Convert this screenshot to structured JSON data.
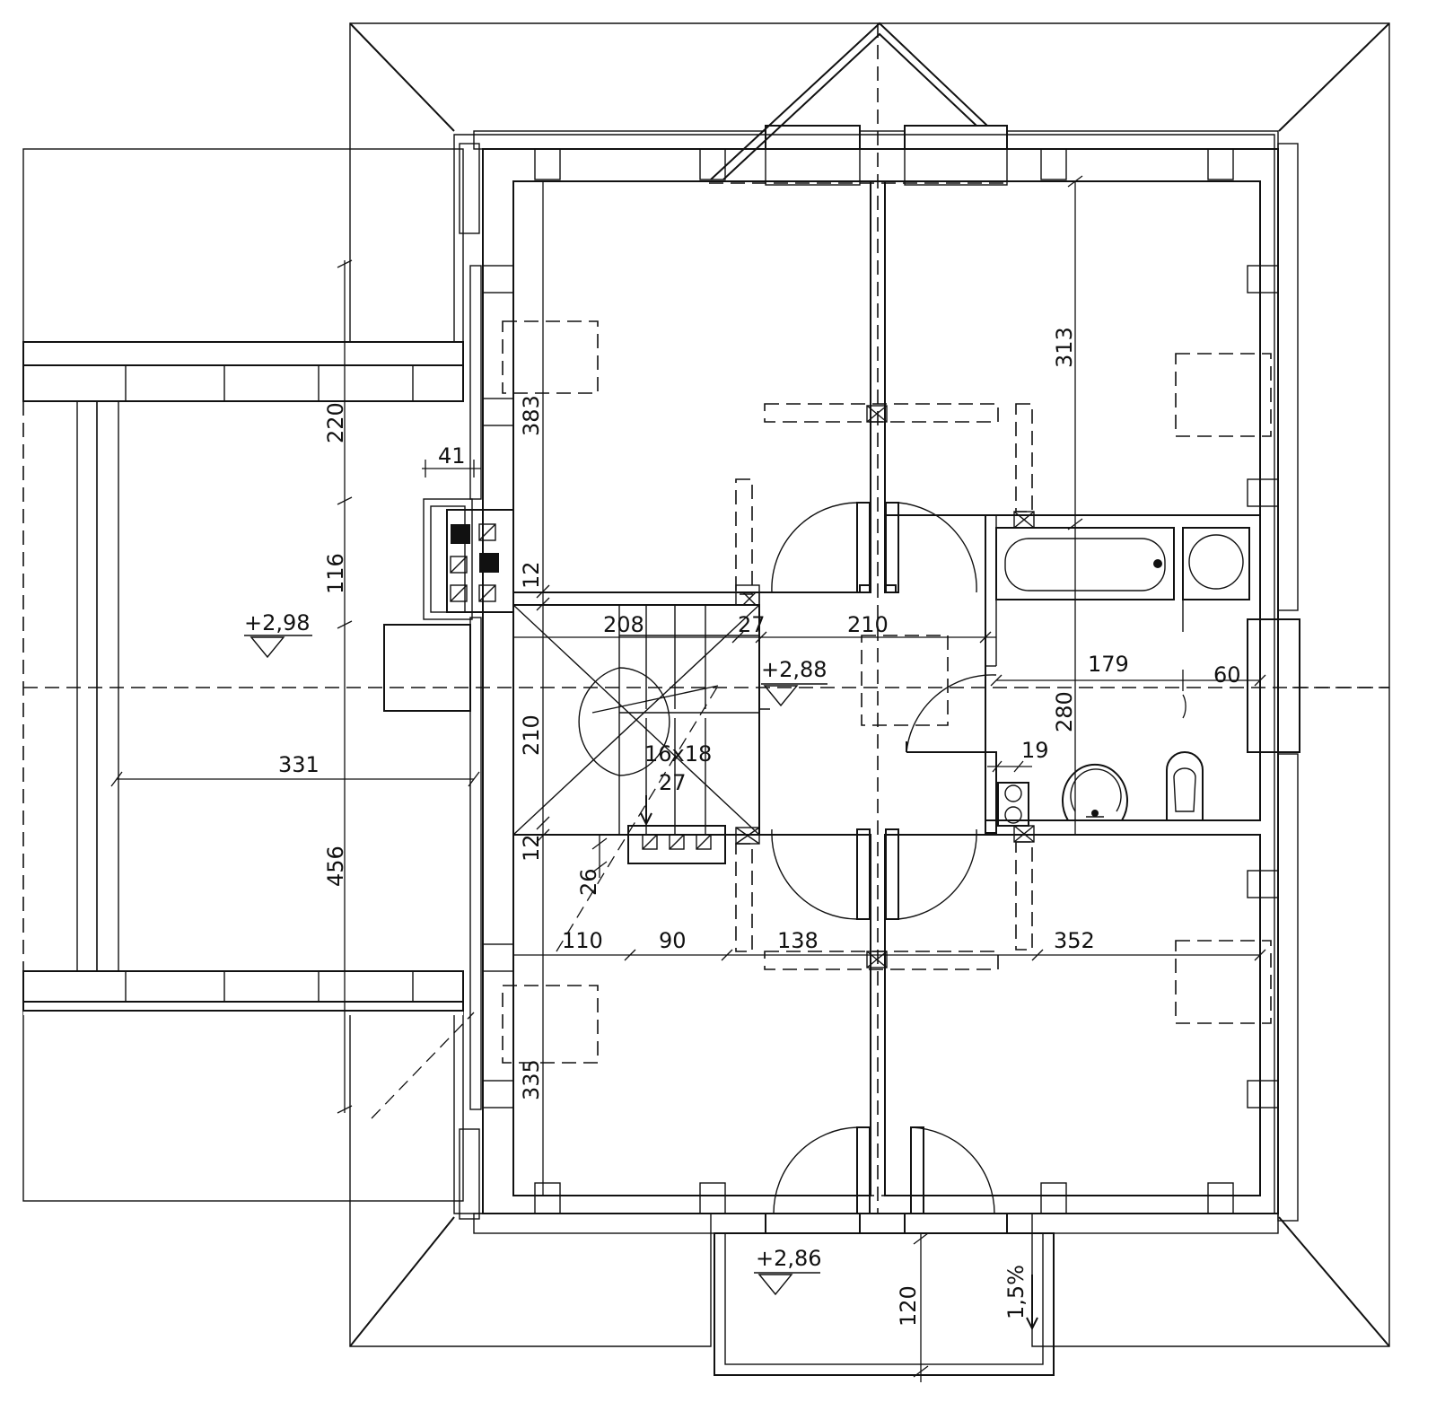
{
  "plan": {
    "elevations": [
      {
        "id": "elev-left-terrace",
        "label": "+2,98"
      },
      {
        "id": "elev-hall",
        "label": "+2,88"
      },
      {
        "id": "elev-balcony",
        "label": "+2,86"
      }
    ],
    "dimensions": {
      "d41": "41",
      "d220": "220",
      "d116": "116",
      "d331": "331",
      "d456": "456",
      "d383": "383",
      "d313": "313",
      "d12a": "12",
      "d12b": "12",
      "d208": "208",
      "d27": "27",
      "d210h": "210",
      "d210v": "210",
      "d179": "179",
      "d60": "60",
      "d280": "280",
      "d19": "19",
      "d26": "26",
      "d110": "110",
      "d90": "90",
      "d138": "138",
      "d352": "352",
      "d335": "335",
      "d120": "120"
    },
    "stairs": {
      "steps_label": "16x18",
      "tread_label": "27"
    },
    "slope_label": "1,5%"
  },
  "colors": {
    "line": "#111111",
    "background": "#ffffff"
  }
}
